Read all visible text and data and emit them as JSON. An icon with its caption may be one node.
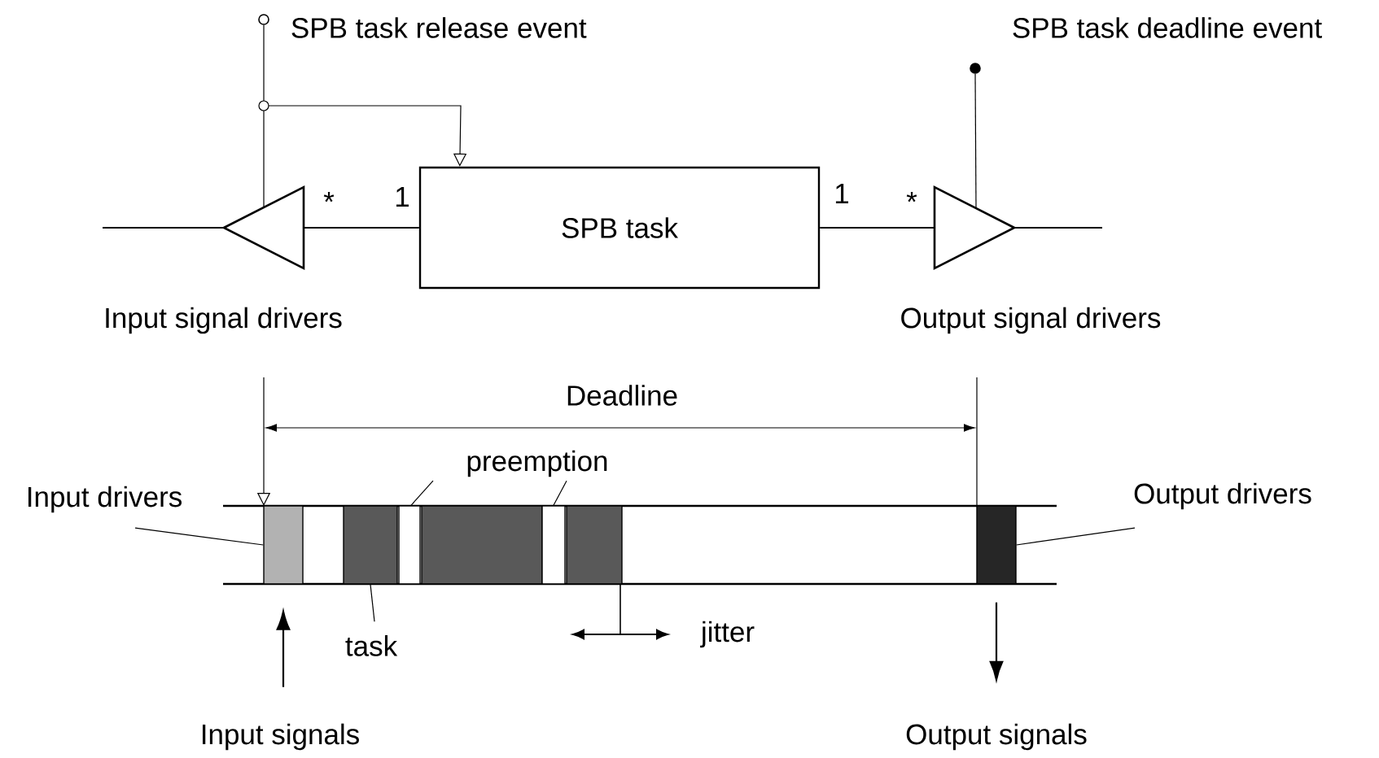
{
  "diagram": {
    "nodes": [
      {
        "text": [],
        "shape": "circle",
        "beside": [
          "SPB task release event"
        ]
      },
      {
        "text": [],
        "shape": "circle",
        "beside": [
          "SPB task deadline event"
        ]
      },
      {
        "text": [],
        "shape": "triangle",
        "beside": [
          "Input signal drivers"
        ]
      },
      {
        "text": [
          "SPB task"
        ]
      },
      {
        "text": [],
        "shape": "triangle",
        "beside": [
          "Output signal drivers"
        ]
      },
      {
        "text": [
          "preemption"
        ]
      },
      {
        "text": [
          "Input drivers"
        ]
      },
      {
        "text": [
          "Output drivers"
        ]
      },
      {
        "text": [],
        "shape": "bar"
      },
      {
        "text": [],
        "shape": "bar"
      },
      {
        "text": [],
        "shape": "box"
      },
      {
        "text": [],
        "shape": "bar"
      },
      {
        "text": [],
        "shape": "box"
      },
      {
        "text": [],
        "shape": "bar"
      },
      {
        "text": [],
        "shape": "bar"
      },
      {
        "text": [
          "task"
        ]
      },
      {
        "text": [
          "Input signals"
        ]
      },
      {
        "text": [
          "Output signals"
        ]
      }
    ],
    "edges": [
      {
        "from": 0,
        "to": 2,
        "arrow": "none"
      },
      {
        "from": 0,
        "to": 3,
        "arrow": "to"
      },
      {
        "from": 1,
        "to": 4,
        "arrow": "none"
      },
      {
        "from": null,
        "to": 2,
        "arrow": "none"
      },
      {
        "from": 3,
        "to": 2,
        "arrow": "none"
      },
      {
        "from": 3,
        "to": 4,
        "arrow": "none"
      },
      {
        "from": 4,
        "to": null,
        "arrow": "none"
      },
      {
        "from": 5,
        "to": 10,
        "arrow": "none"
      },
      {
        "from": 5,
        "to": 12,
        "arrow": "none"
      },
      {
        "from": 6,
        "to": 8,
        "arrow": "none"
      },
      {
        "from": 7,
        "to": 14,
        "arrow": "none"
      },
      {
        "from": 15,
        "to": 9,
        "arrow": "none"
      },
      {
        "from": 16,
        "to": 8,
        "arrow": "to"
      },
      {
        "from": 14,
        "to": 17,
        "arrow": "to"
      }
    ],
    "labels": [
      "*",
      "1",
      "1",
      "*",
      "Deadline",
      "jitter"
    ]
  }
}
